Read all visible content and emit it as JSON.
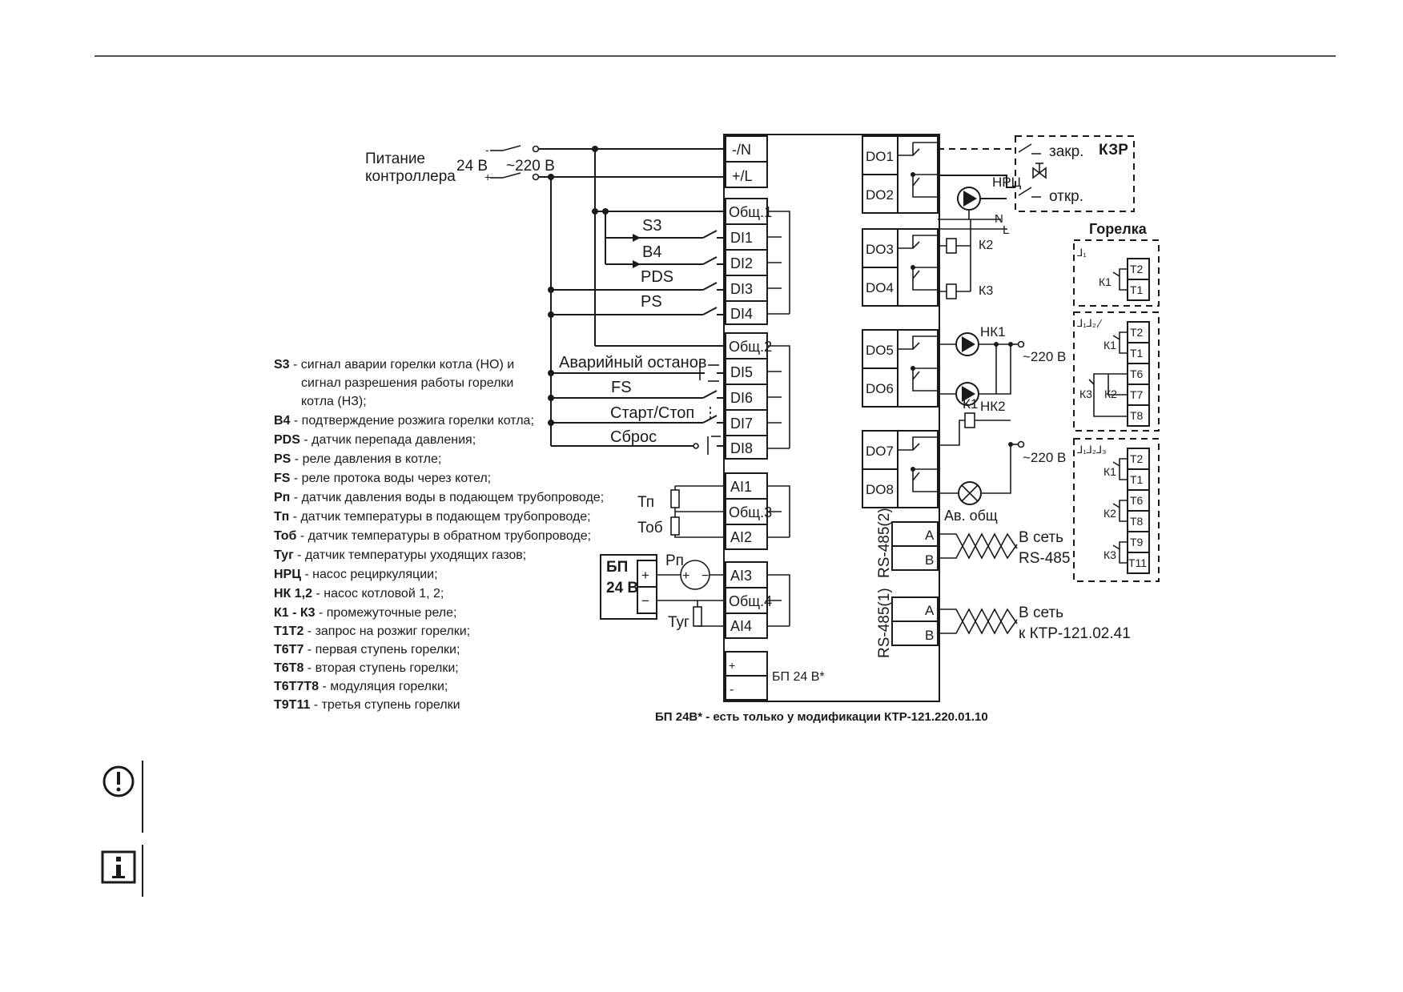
{
  "supply": {
    "label_line1": "Питание",
    "label_line2": "контроллера",
    "dc": "24 В",
    "ac": "~220 В",
    "minus": "-",
    "plus": "+"
  },
  "controller_terminals": [
    "-/N",
    "+/L",
    "Общ.1",
    "DI1",
    "DI2",
    "DI3",
    "DI4",
    "Общ.2",
    "DI5",
    "DI6",
    "DI7",
    "DI8",
    "AI1",
    "Общ.3",
    "AI2",
    "AI3",
    "Общ.4",
    "AI4",
    "+",
    "-"
  ],
  "psu_builtin": "БП 24 В*",
  "digital_inputs": [
    "S3",
    "B4",
    "PDS",
    "PS",
    "Аварийный останов",
    "FS",
    "Старт/Стоп",
    "Сброс"
  ],
  "analog_inputs": [
    "Тп",
    "Тоб",
    "Рп",
    "Туг"
  ],
  "external_psu": {
    "line1": "БП",
    "line2": "24 В",
    "plus": "+",
    "minus": "−"
  },
  "outputs": [
    "DO1",
    "DO2",
    "DO3",
    "DO4",
    "DO5",
    "DO6",
    "DO7",
    "DO8"
  ],
  "kzr": {
    "title": "КЗР",
    "close": "закр.",
    "open": "откр."
  },
  "pump_labels": [
    "НРЦ",
    "НК1",
    "НК2"
  ],
  "relay_labels": [
    "К2",
    "К3",
    "К1"
  ],
  "n_label": "N",
  "l_label": "L",
  "mains": "~220 В",
  "alarm_lamp": "Ав. общ",
  "rs485": [
    {
      "port": "RS-485(2)",
      "a": "A",
      "b": "B",
      "net1": "В сеть",
      "net2": "RS-485"
    },
    {
      "port": "RS-485(1)",
      "a": "A",
      "b": "B",
      "net1": "В сеть",
      "net2": "к КТР-121.02.41"
    }
  ],
  "burner": {
    "title": "Горелка",
    "g1": {
      "pulse": "⅃₁",
      "relays": [
        "К1"
      ],
      "terms": [
        "T2",
        "T1"
      ]
    },
    "g2": {
      "pulse": "⅃₁⅃₂,⁄",
      "relays": [
        "К1",
        "К3",
        "К2"
      ],
      "terms": [
        "T2",
        "T1",
        "T6",
        "T7",
        "T8"
      ]
    },
    "g3": {
      "pulse": "⅃₁⅃₂⅃₃",
      "relays": [
        "К1",
        "К2",
        "К3"
      ],
      "terms": [
        "T2",
        "T1",
        "T6",
        "T8",
        "T9",
        "T11"
      ]
    }
  },
  "legend": [
    {
      "key": "S3",
      "text": " - сигнал аварии горелки котла (НО) и"
    },
    {
      "key": "",
      "text": "сигнал разрешения работы горелки"
    },
    {
      "key": "",
      "text": "котла (НЗ);"
    },
    {
      "key": "B4",
      "text": " - подтверждение розжига горелки котла;"
    },
    {
      "key": "PDS",
      "text": " -  датчик перепада давления;"
    },
    {
      "key": "PS",
      "text": " - реле давления в котле;"
    },
    {
      "key": "FS",
      "text": " - реле протока воды через котел;"
    },
    {
      "key": "Рп",
      "text": " - датчик давления воды в подающем трубопроводе;"
    },
    {
      "key": "Тп",
      "text": " - датчик температуры в подающем трубопроводе;"
    },
    {
      "key": "Тоб",
      "text": " - датчик температуры в обратном трубопроводе;"
    },
    {
      "key": "Туг",
      "text": " - датчик температуры уходящих газов;"
    },
    {
      "key": "НРЦ",
      "text": " - насос рециркуляции;"
    },
    {
      "key": "НК 1,2",
      "text": " - насос котловой 1, 2;"
    },
    {
      "key": "К1 - К3",
      "text": " - промежуточные реле;"
    },
    {
      "key": "Т1Т2",
      "text": " - запрос на розжиг горелки;"
    },
    {
      "key": "Т6Т7",
      "text": " - первая ступень горелки;"
    },
    {
      "key": "Т6Т8",
      "text": " - вторая ступень горелки;"
    },
    {
      "key": "Т6Т7Т8",
      "text": " - модуляция горелки;"
    },
    {
      "key": "Т9Т11",
      "text": " - третья ступень горелки"
    }
  ],
  "footnote": "БП 24В* - есть только у модификации КТР-121.220.01.10",
  "icons": [
    "warning-icon",
    "info-icon"
  ]
}
